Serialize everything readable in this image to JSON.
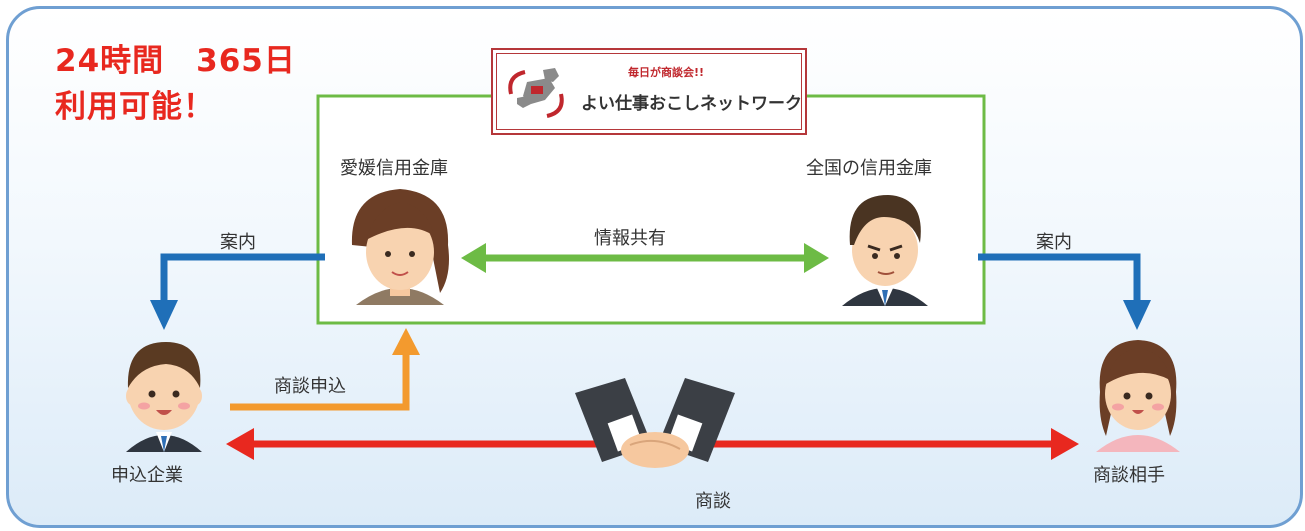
{
  "headline": {
    "line1": "24時間　365日",
    "line2": "利用可能！"
  },
  "logo": {
    "tagline": "毎日が商談会!!",
    "name": "よい仕事おこしネットワーク"
  },
  "nodes": {
    "left_bank": "愛媛信用金庫",
    "right_bank": "全国の信用金庫",
    "applicant": "申込企業",
    "partner": "商談相手"
  },
  "edges": {
    "info_share": "情報共有",
    "guide_left": "案内",
    "guide_right": "案内",
    "apply": "商談申込",
    "negotiation": "商談"
  },
  "colors": {
    "blue": "#1f6fb8",
    "green": "#6dbb45",
    "orange": "#f39a2e",
    "red": "#e8281f",
    "accent_red": "#e8281f"
  }
}
